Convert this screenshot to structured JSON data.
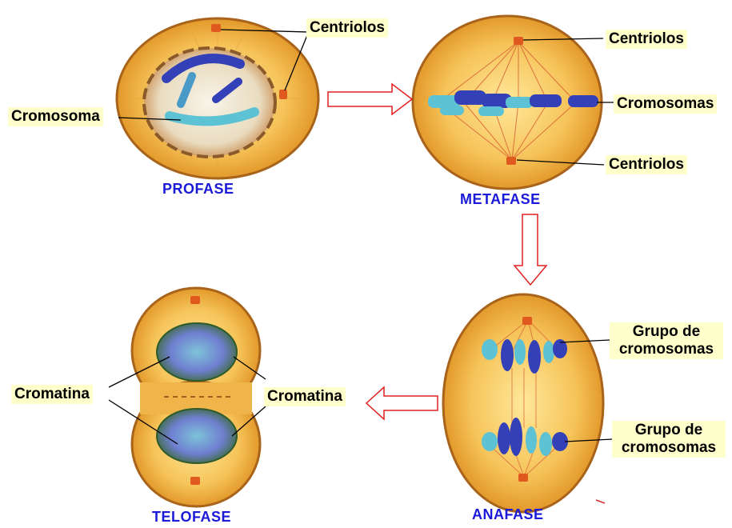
{
  "phases": {
    "profase": "PROFASE",
    "metafase": "METAFASE",
    "anafase": "ANAFASE",
    "telofase": "TELOFASE"
  },
  "labels": {
    "profase_centriolos": "Centriolos",
    "profase_cromosoma": "Cromosoma",
    "metafase_centriolos_top": "Centriolos",
    "metafase_cromosomas": "Cromosomas",
    "metafase_centriolos_bottom": "Centriolos",
    "anafase_grupo_top_line1": "Grupo de",
    "anafase_grupo_top_line2": "cromosomas",
    "anafase_grupo_bottom_line1": "Grupo de",
    "anafase_grupo_bottom_line2": "cromosomas",
    "telofase_cromatina_left": "Cromatina",
    "telofase_cromatina_right": "Cromatina"
  },
  "colors": {
    "cell_fill": "#f2b540",
    "cell_edge": "#c97a14",
    "chromosome_dark": "#3340b8",
    "chromosome_light": "#5cc2d4",
    "centriole": "#e05a20",
    "arrow": "#e02020",
    "phase_text": "#1a1ad8",
    "label_bg": "#ffffcc"
  }
}
